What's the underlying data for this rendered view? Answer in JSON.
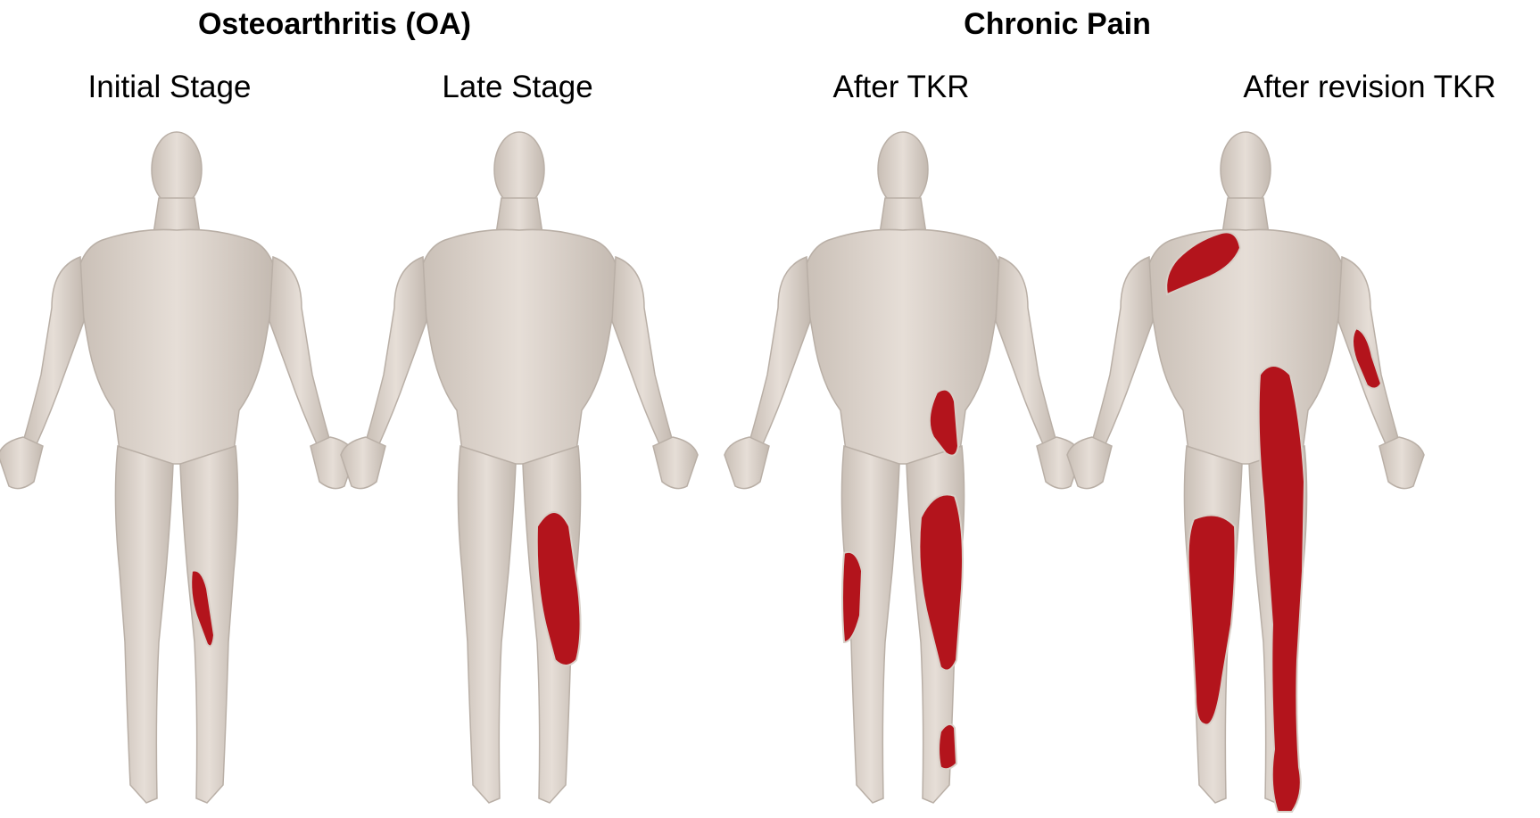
{
  "groups": [
    {
      "title": "Osteoarthritis (OA)"
    },
    {
      "title": "Chronic Pain"
    }
  ],
  "stages": [
    {
      "label": "Initial Stage"
    },
    {
      "label": "Late Stage"
    },
    {
      "label": "After TKR"
    },
    {
      "label": "After revision TKR"
    }
  ],
  "colors": {
    "pain": "#b3141c",
    "pain_edge": "#d8d0c8",
    "skin": "#ddd4cc",
    "skin_shadow": "#b9afa6",
    "background": "#ffffff"
  }
}
